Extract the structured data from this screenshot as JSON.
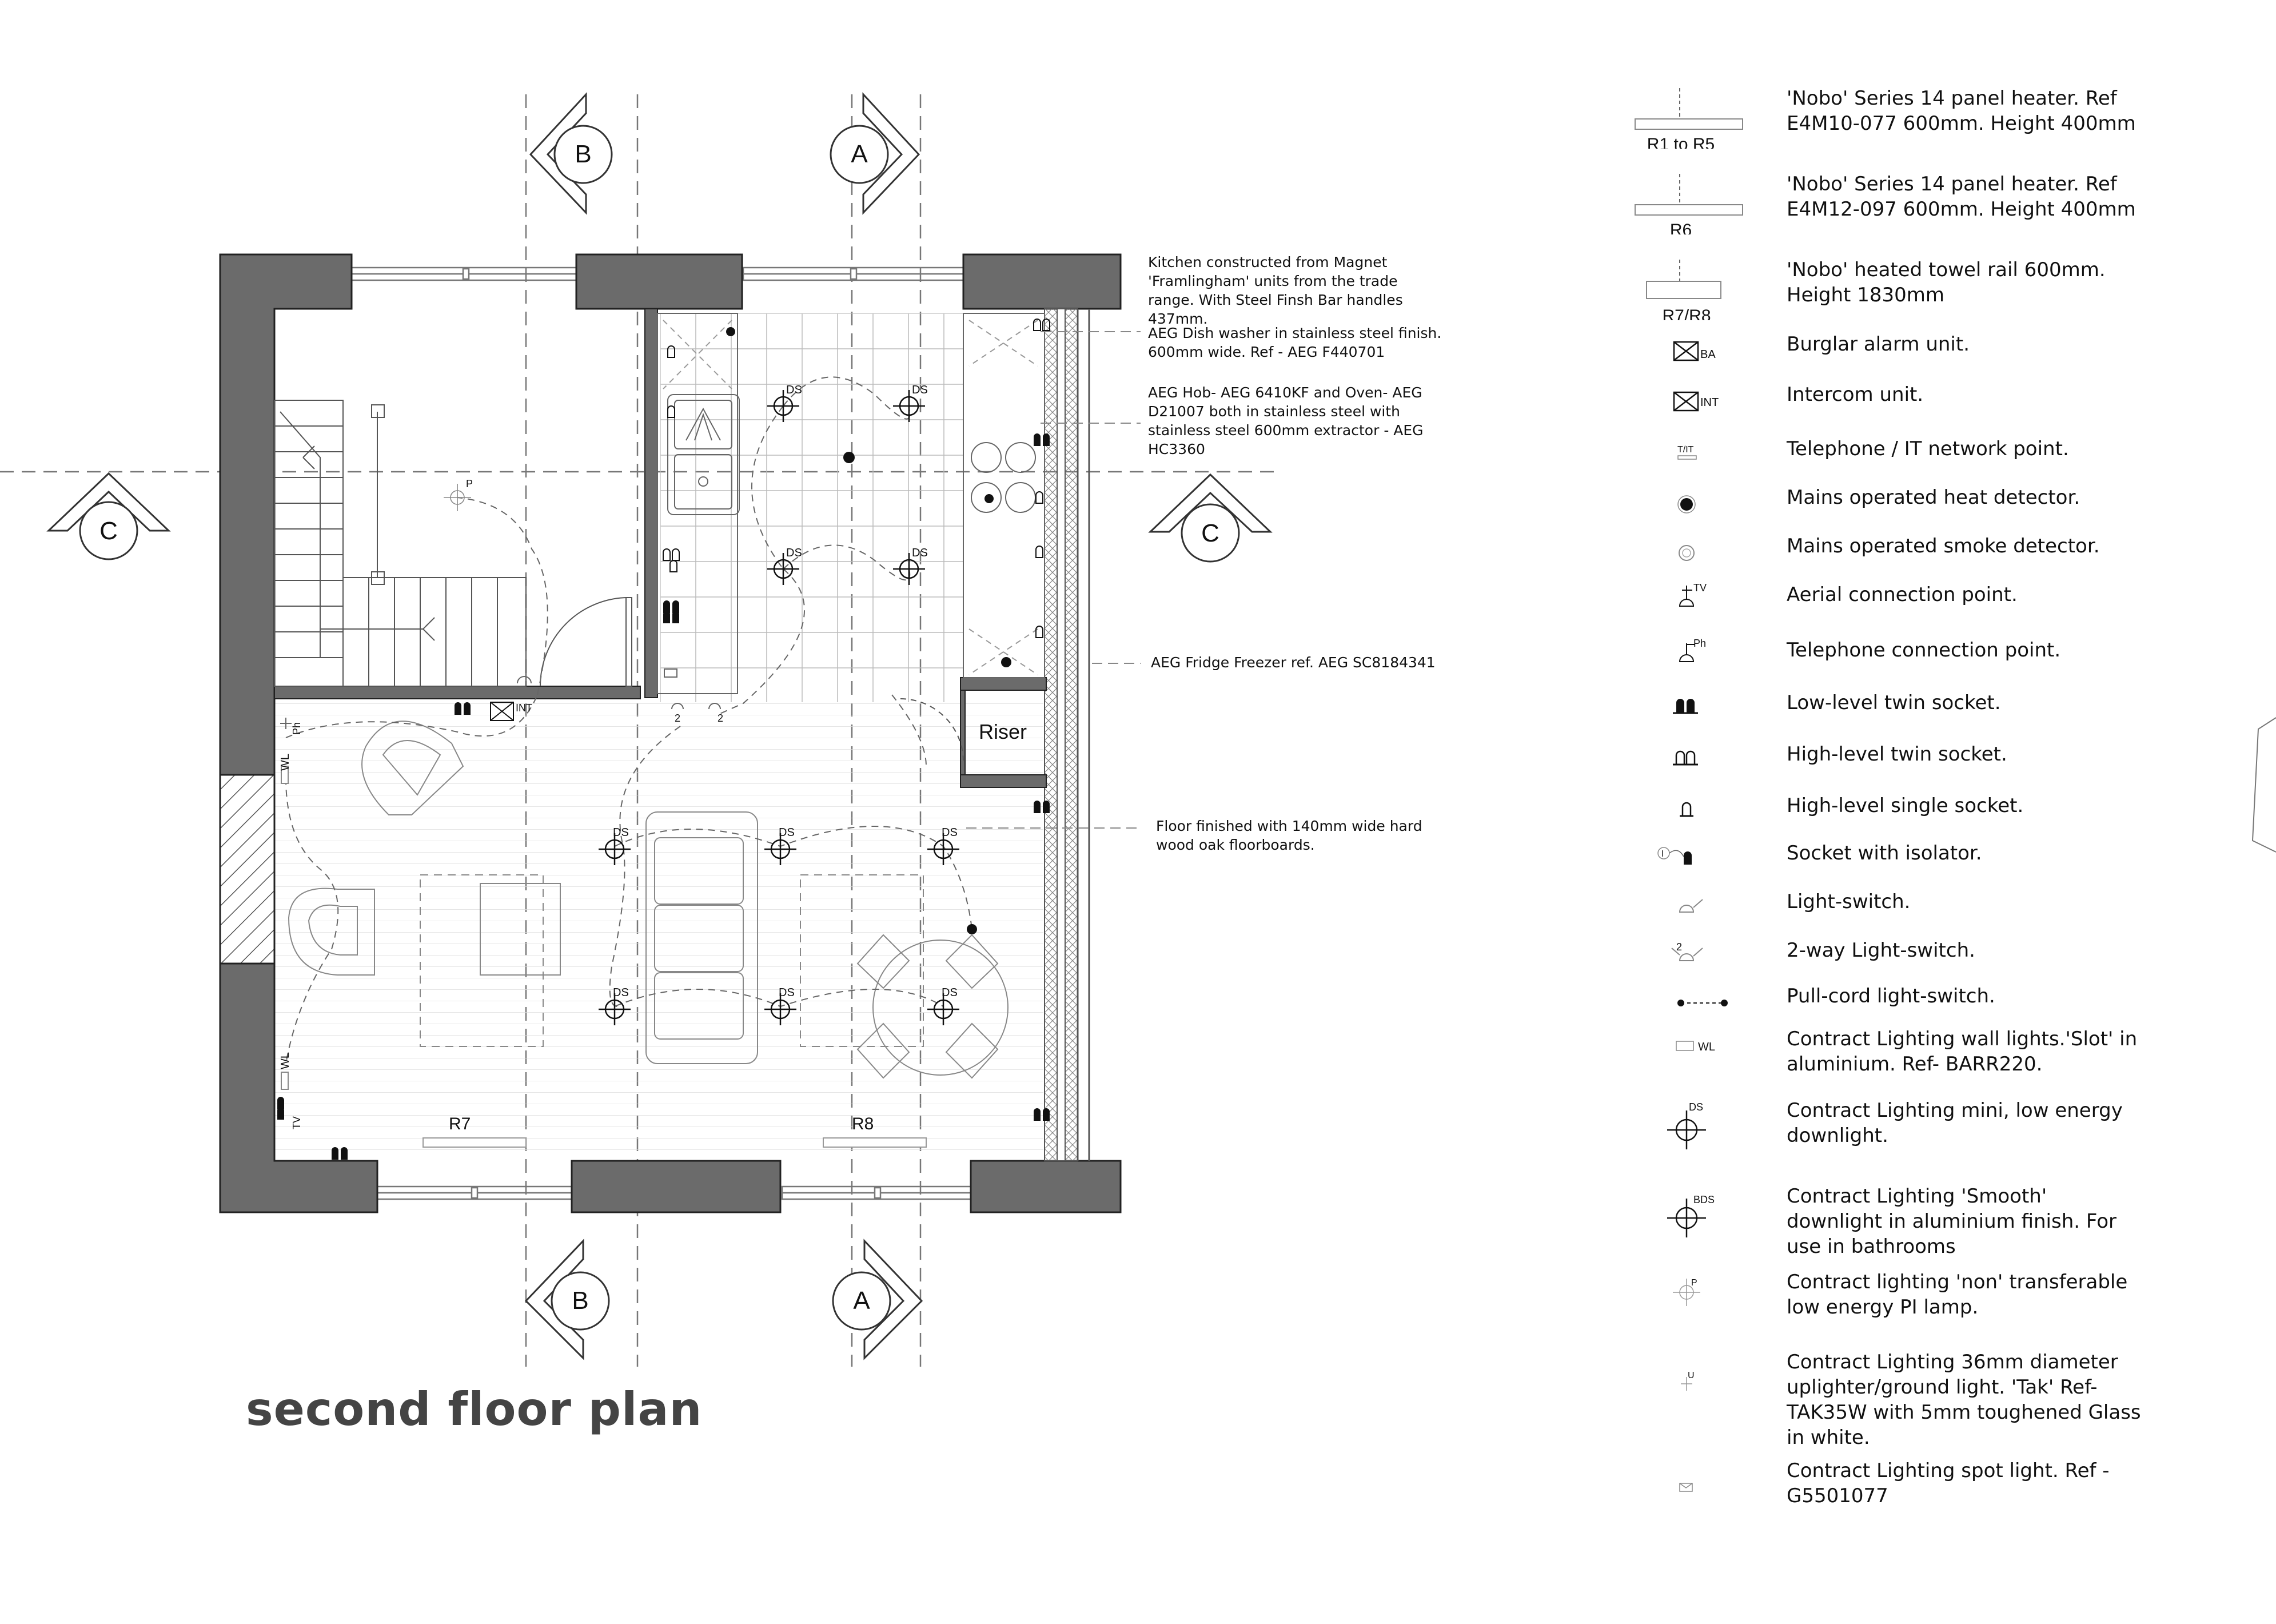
{
  "title": "second floor plan",
  "section_markers": {
    "a": "A",
    "b": "B",
    "c": "C"
  },
  "rooms": {
    "riser": "Riser"
  },
  "plan_labels": {
    "r7": "R7",
    "r8": "R8",
    "ds": "DS",
    "p": "P",
    "int": "INT",
    "wl": "WL",
    "tv": "TV",
    "ph": "Ph",
    "two": "2"
  },
  "notes": {
    "kitchen": "Kitchen constructed from Magnet 'Framlingham' units from the trade range. With Steel Finsh Bar handles 437mm.",
    "dishwasher": "AEG Dish washer in stainless steel finish. 600mm wide. Ref - AEG F440701",
    "hob": "AEG Hob- AEG 6410KF and Oven- AEG D21007 both in stainless steel with stainless steel 600mm extractor - AEG HC3360",
    "fridge": "AEG Fridge Freezer ref. AEG SC8184341",
    "floor": "Floor finished with 140mm wide hard wood oak floorboards."
  },
  "legend": [
    {
      "symbol": "panel-heater",
      "symbol_label": "R1 to R5",
      "text": "'Nobo' Series 14 panel heater. Ref E4M10-077 600mm. Height 400mm"
    },
    {
      "symbol": "panel-heater",
      "symbol_label": "R6",
      "text": "'Nobo' Series 14 panel heater. Ref E4M12-097 600mm. Height 400mm"
    },
    {
      "symbol": "towel-rail",
      "symbol_label": "R7/R8",
      "text": "'Nobo' heated towel rail 600mm. Height 1830mm"
    },
    {
      "symbol": "burglar-alarm",
      "symbol_label": "BA",
      "text": "Burglar alarm unit."
    },
    {
      "symbol": "intercom",
      "symbol_label": "INT",
      "text": "Intercom unit."
    },
    {
      "symbol": "telephone-it",
      "symbol_label": "T/IT",
      "text": "Telephone / IT network point."
    },
    {
      "symbol": "heat-detector",
      "symbol_label": "",
      "text": "Mains operated heat detector."
    },
    {
      "symbol": "smoke-detector",
      "symbol_label": "",
      "text": "Mains operated smoke detector."
    },
    {
      "symbol": "aerial-point",
      "symbol_label": "TV",
      "text": "Aerial connection point."
    },
    {
      "symbol": "telephone-point",
      "symbol_label": "Ph",
      "text": "Telephone connection point."
    },
    {
      "symbol": "low-twin-socket",
      "symbol_label": "",
      "text": "Low-level twin socket."
    },
    {
      "symbol": "high-twin-socket",
      "symbol_label": "",
      "text": "High-level twin socket."
    },
    {
      "symbol": "high-single-socket",
      "symbol_label": "",
      "text": "High-level single socket."
    },
    {
      "symbol": "socket-isolator",
      "symbol_label": "I",
      "text": "Socket with isolator."
    },
    {
      "symbol": "light-switch",
      "symbol_label": "",
      "text": "Light-switch."
    },
    {
      "symbol": "two-way-switch",
      "symbol_label": "2",
      "text": "2-way Light-switch."
    },
    {
      "symbol": "pull-cord",
      "symbol_label": "",
      "text": "Pull-cord light-switch."
    },
    {
      "symbol": "wall-light",
      "symbol_label": "WL",
      "text": "Contract Lighting wall lights.'Slot' in aluminium. Ref- BARR220."
    },
    {
      "symbol": "downlight",
      "symbol_label": "DS",
      "text": "Contract Lighting mini, low energy downlight."
    },
    {
      "symbol": "bath-downlight",
      "symbol_label": "BDS",
      "text": "Contract Lighting 'Smooth' downlight in aluminium finish. For use in bathrooms"
    },
    {
      "symbol": "pl-lamp",
      "symbol_label": "P",
      "text": "Contract lighting 'non' transferable low energy PI lamp."
    },
    {
      "symbol": "uplighter",
      "symbol_label": "U",
      "text": "Contract Lighting 36mm diameter uplighter/ground light. 'Tak' Ref-TAK35W with 5mm toughened Glass in white."
    },
    {
      "symbol": "spot-light",
      "symbol_label": "",
      "text": "Contract Lighting spot light. Ref - G5501077"
    }
  ]
}
